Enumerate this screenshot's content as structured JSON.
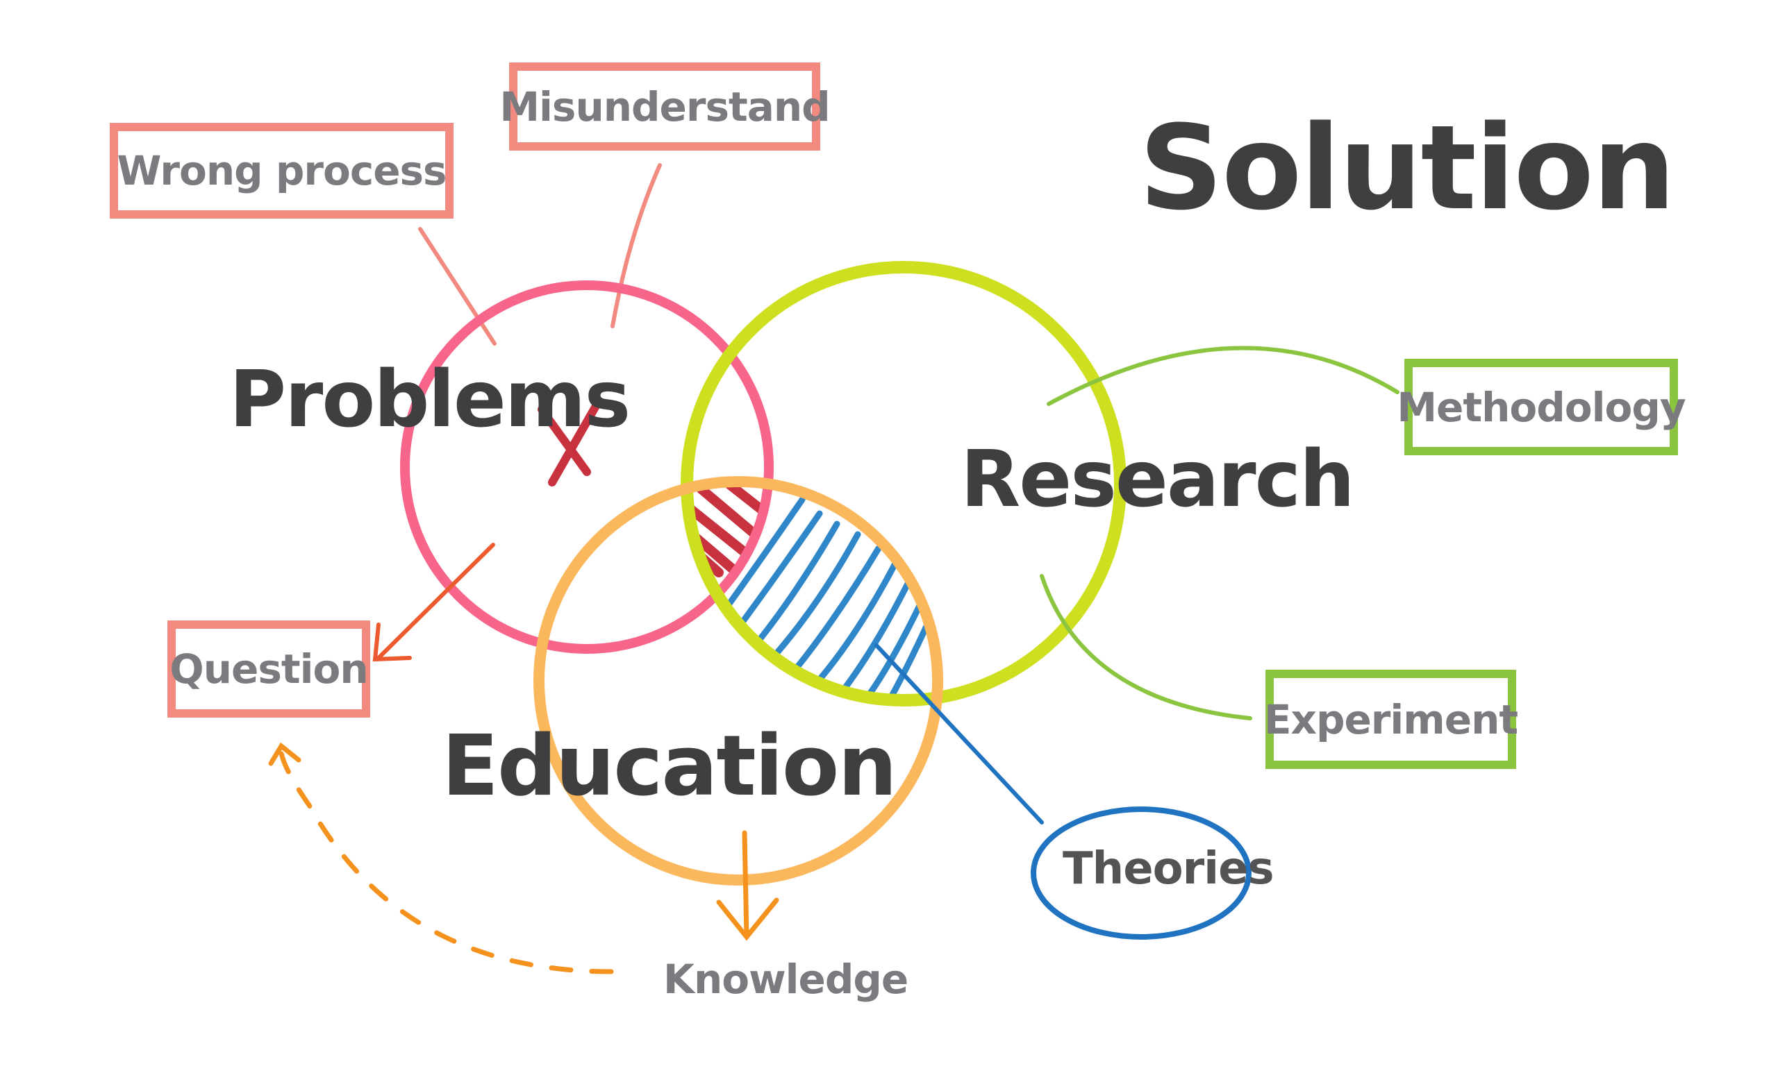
{
  "title": "Solution",
  "circles": [
    {
      "id": "problems",
      "label": "Problems",
      "color": "#f7658a"
    },
    {
      "id": "research",
      "label": "Research",
      "color": "#cddf1f"
    },
    {
      "id": "education",
      "label": "Education",
      "color": "#fbb75c"
    }
  ],
  "problem_factors": [
    {
      "label": "Wrong process",
      "color": "#f28a80"
    },
    {
      "label": "Misunderstand",
      "color": "#f28a80"
    }
  ],
  "research_branches": [
    {
      "label": "Methodology",
      "color": "#8bc53f"
    },
    {
      "label": "Experiment",
      "color": "#8bc53f"
    }
  ],
  "outputs": {
    "question": {
      "label": "Question",
      "color": "#f28a80"
    },
    "knowledge": {
      "label": "Knowledge",
      "color": "#f5921e"
    },
    "theories": {
      "label": "Theories",
      "color": "#1f73c0"
    }
  },
  "marks": {
    "problem_mark": "x-mark",
    "problem_mark_color": "#c8323f",
    "red_hatch_color": "#c8323f",
    "blue_hatch_color": "#2f86c8",
    "arrow_to_question_color": "#ee5a30"
  }
}
